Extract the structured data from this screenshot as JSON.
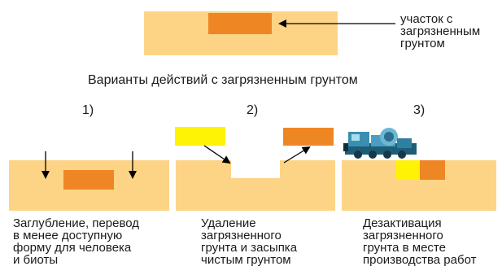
{
  "legend": {
    "label": [
      "участок с",
      "загрязненным",
      "грунтом"
    ],
    "colors": {
      "soil": "#fdd485",
      "contaminated": "#ef8624",
      "clean": "#fef205"
    }
  },
  "title": "Варианты действий с загрязненным грунтом",
  "options": [
    {
      "number": "1)",
      "caption": [
        "Заглубление, перевод",
        "в менее доступную",
        "форму для человека",
        "и биоты"
      ]
    },
    {
      "number": "2)",
      "caption": [
        "Удаление",
        "загрязненного",
        "грунта и засыпка",
        "чистым грунтом"
      ]
    },
    {
      "number": "3)",
      "caption": [
        "Дезактивация",
        "загрязненного",
        "грунта в месте",
        "производства работ"
      ]
    }
  ],
  "machine_icon": "machinery-icon"
}
